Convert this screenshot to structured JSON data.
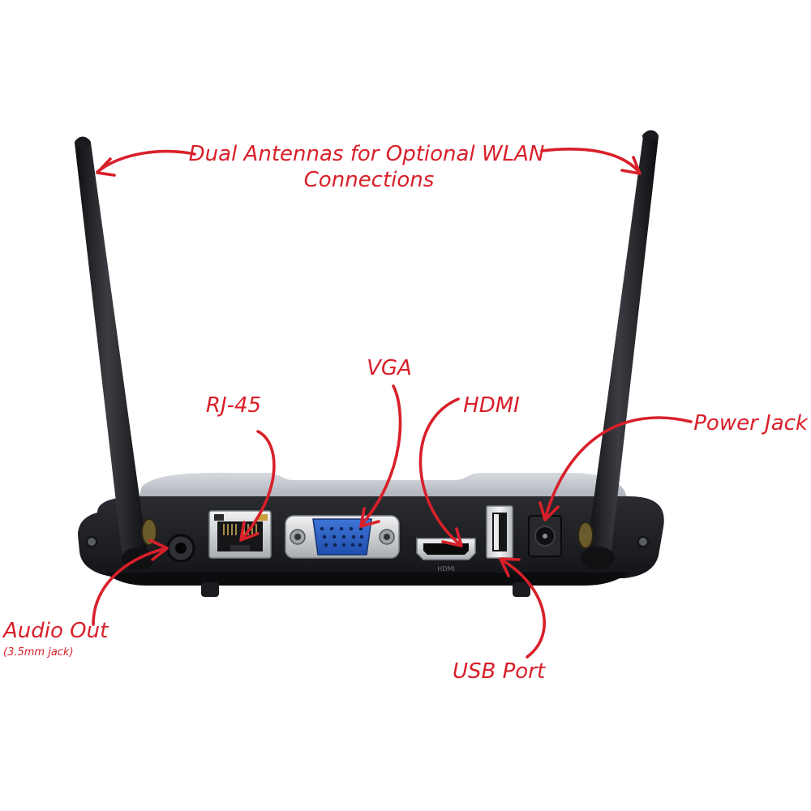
{
  "annotation_color": "#d8202a",
  "device_color": "#1f2126",
  "labels": {
    "antennas_line1": "Dual Antennas for Optional WLAN",
    "antennas_line2": "Connections",
    "vga": "VGA",
    "rj45": "RJ-45",
    "hdmi": "HDMI",
    "power_jack": "Power Jack",
    "audio_out": "Audio Out",
    "audio_out_sub": "(3.5mm jack)",
    "usb_port": "USB Port"
  },
  "port_markings": {
    "hdmi": "HDMI"
  }
}
